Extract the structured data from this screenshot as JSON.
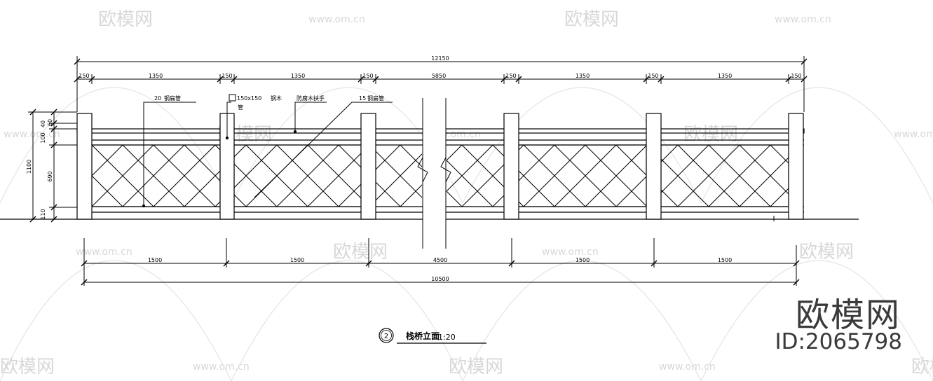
{
  "watermark": {
    "site_text": "欧模网",
    "url_text": "www.om.cn"
  },
  "brand": {
    "name": "欧模网",
    "id_label": "ID:2065798"
  },
  "top_dimensions": {
    "overall": "12150",
    "middle_break": "5850",
    "segments": [
      "150",
      "1350",
      "150",
      "1350",
      "150",
      "150",
      "1350",
      "150",
      "1350",
      "150"
    ]
  },
  "bottom_dimensions": {
    "overall": "10500",
    "segments": [
      "1500",
      "1500",
      "4500",
      "1500",
      "1500"
    ]
  },
  "left_dimensions": {
    "total_height": "1100",
    "cap_40": "40",
    "cap_60": "60",
    "rail_100": "100",
    "panel_690": "690",
    "base_110": "110"
  },
  "annotations": {
    "a1_size": "20",
    "a1_text": "钢扁管",
    "post_size": "150x150",
    "post_suffix": "管",
    "post_material": "钢木",
    "rail_text": "防腐木扶手",
    "a3_size": "15",
    "a3_text": "钢扁管"
  },
  "title_block": {
    "number": "2",
    "title": "栈桥立面",
    "scale": "1:20"
  }
}
